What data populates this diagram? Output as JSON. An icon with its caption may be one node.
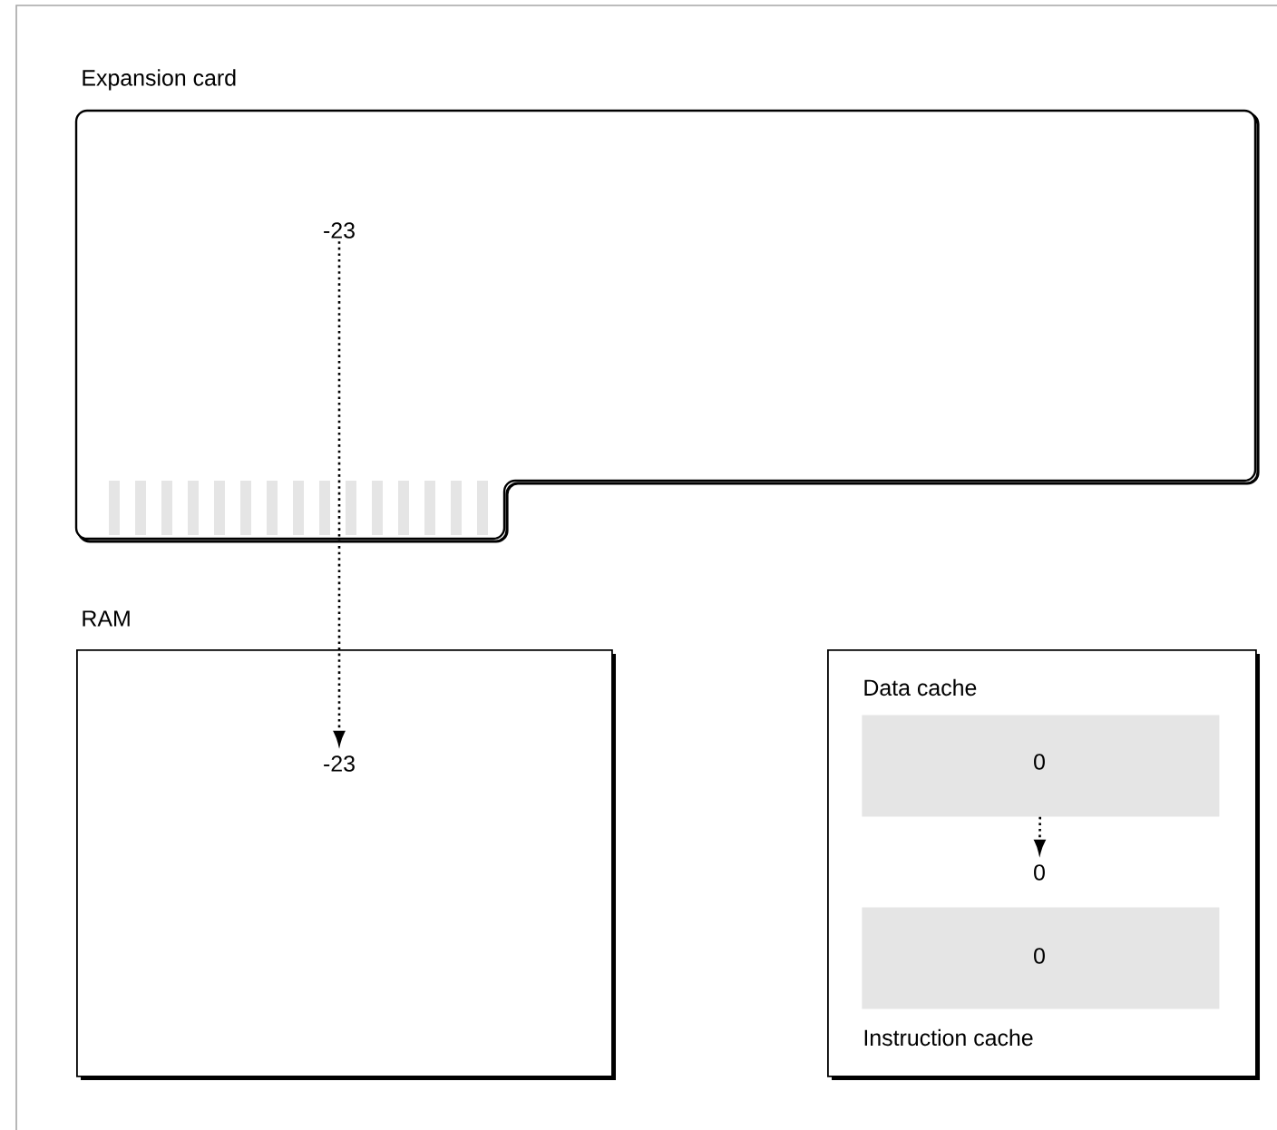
{
  "diagram": {
    "nodes": [
      {
        "text": [
          "Expansion card"
        ]
      },
      {
        "text": [
          "-23"
        ],
        "in": 0
      },
      {
        "text": [
          "RAM"
        ]
      },
      {
        "text": [
          "-23"
        ],
        "in": 2
      },
      {
        "text": [],
        "shape": "box"
      },
      {
        "text": [
          "Data cache",
          "0"
        ],
        "in": 4
      },
      {
        "text": [
          "0"
        ],
        "in": 4
      },
      {
        "text": [
          "0",
          "Instruction cache"
        ],
        "in": 4
      }
    ],
    "edges": [
      {
        "from": 1,
        "to": 3,
        "arrow": "to",
        "style": "dashed"
      },
      {
        "from": 5,
        "to": 6,
        "arrow": "to",
        "style": "dashed"
      }
    ]
  }
}
